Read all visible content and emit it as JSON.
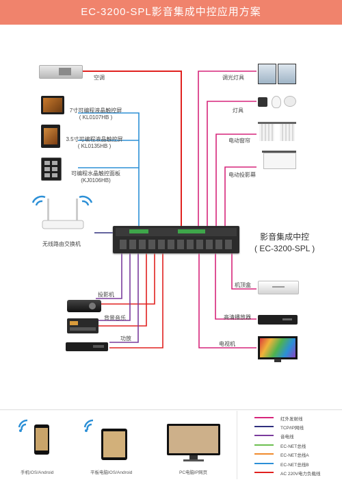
{
  "title": "EC-3200-SPL影音集成中控应用方案",
  "controller": {
    "name": "影音集成中控",
    "model": "( EC-3200-SPL )"
  },
  "left_devices": {
    "aircon": "空调",
    "touch7_name": "7寸可编程液晶触控屏",
    "touch7_model": "( KL0107HB )",
    "touch35_name": "3.5寸可编程液晶触控屏",
    "touch35_model": "( KL0135HB )",
    "panel_name": "可编程水晶触控面板",
    "panel_model": "(KJ0106HB)",
    "router": "无线路由交换机"
  },
  "right_devices": {
    "dimmer": "调光灯具",
    "lights": "灯具",
    "curtain": "电动窗帘",
    "screen": "电动投影幕",
    "stb": "机顶盒",
    "hd_player": "高清播放器",
    "tv": "电视机"
  },
  "bottom_devices": {
    "projector": "投影机",
    "music": "背景音乐",
    "amp": "功放"
  },
  "terminals": {
    "phone": "手机IOS/Android",
    "tablet": "平板电脑IOS/Android",
    "pc": "PC电脑IP网页"
  },
  "legend": [
    {
      "label": "红外发射线",
      "color": "#d6247a"
    },
    {
      "label": "TCP/IP网线",
      "color": "#2f2f7d"
    },
    {
      "label": "音电线",
      "color": "#7a3b9c"
    },
    {
      "label": "EC-NET总线",
      "color": "#6bbf4f"
    },
    {
      "label": "EC-NET总线A",
      "color": "#f08a2c"
    },
    {
      "label": "EC-NET总线B",
      "color": "#2b8fd6"
    },
    {
      "label": "AC 220V电力负载线",
      "color": "#e0201e"
    }
  ],
  "colors": {
    "header": "#f0836c",
    "ir": "#d6247a",
    "net": "#2b8fd6",
    "audio": "#7a3b9c",
    "power": "#e0201e"
  }
}
